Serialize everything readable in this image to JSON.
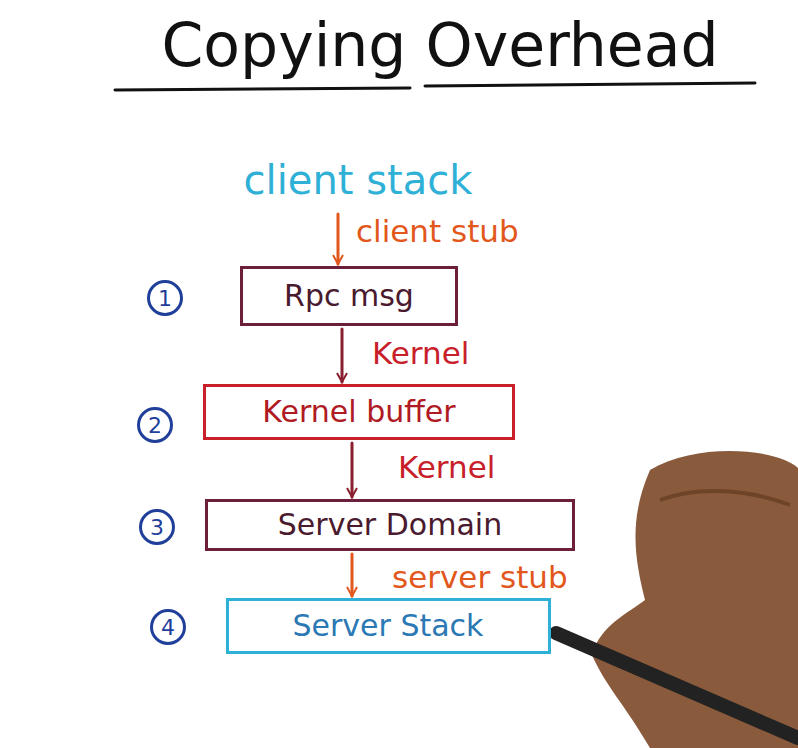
{
  "diagram": {
    "title": "Copying Overhead",
    "nodes": [
      {
        "text": [
          "client stack"
        ]
      },
      {
        "text": [
          "Rpc msg"
        ]
      },
      {
        "text": [
          "Kernel buffer"
        ]
      },
      {
        "text": [
          "Server Domain"
        ]
      },
      {
        "text": [
          "Server Stack"
        ]
      }
    ],
    "edges": [
      {
        "from": 0,
        "to": 1,
        "label": "client stub",
        "arrow": "to"
      },
      {
        "from": 1,
        "to": 2,
        "label": "Kernel",
        "arrow": "to"
      },
      {
        "from": 2,
        "to": 3,
        "label": "Kernel",
        "arrow": "to"
      },
      {
        "from": 3,
        "to": 4,
        "label": "server stub",
        "arrow": "to"
      }
    ],
    "labels": [
      "1",
      "2",
      "3",
      "4"
    ]
  }
}
